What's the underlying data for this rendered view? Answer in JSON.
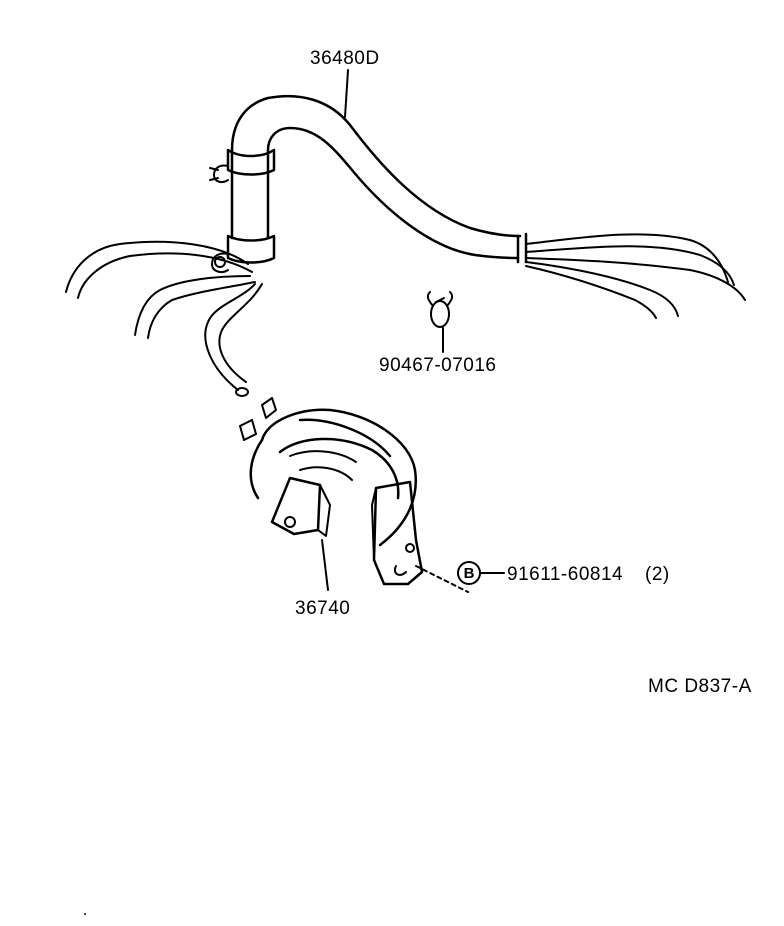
{
  "diagram": {
    "parts": {
      "hose_assembly": "36480D",
      "clip": "90467-07016",
      "valve": "36740",
      "bolt": "91611-60814",
      "bolt_qty": "(2)",
      "bolt_ref_letter": "B"
    },
    "drawing_code": "MC D837-A"
  }
}
